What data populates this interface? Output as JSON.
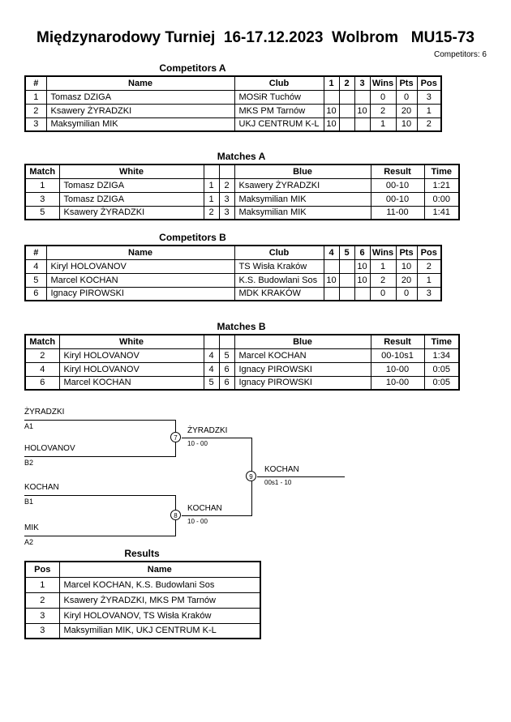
{
  "page": {
    "title": "Międzynarodowy Turniej  16-17.12.2023  Wolbrom   MU15-73",
    "competitors_count_label": "Competitors: 6"
  },
  "competitors_a": {
    "title": "Competitors A",
    "headers": [
      "#",
      "Name",
      "Club",
      "1",
      "2",
      "3",
      "Wins",
      "Pts",
      "Pos"
    ],
    "rows": [
      {
        "num": "1",
        "name": "Tomasz DZIGA",
        "club": "MOSiR Tuchów",
        "c1": "",
        "c2": "",
        "c3": "",
        "wins": "0",
        "pts": "0",
        "pos": "3"
      },
      {
        "num": "2",
        "name": "Ksawery ŻYRADZKI",
        "club": "MKS PM Tarnów",
        "c1": "10",
        "c2": "",
        "c3": "10",
        "wins": "2",
        "pts": "20",
        "pos": "1"
      },
      {
        "num": "3",
        "name": "Maksymilian MIK",
        "club": "UKJ CENTRUM K-L",
        "c1": "10",
        "c2": "",
        "c3": "",
        "wins": "1",
        "pts": "10",
        "pos": "2"
      }
    ]
  },
  "matches_a": {
    "title": "Matches A",
    "headers": [
      "Match",
      "White",
      "",
      "",
      "Blue",
      "Result",
      "Time"
    ],
    "rows": [
      {
        "match": "1",
        "white": "Tomasz DZIGA",
        "wn": "1",
        "bn": "2",
        "blue": "Ksawery ŻYRADZKI",
        "result": "00-10",
        "time": "1:21"
      },
      {
        "match": "3",
        "white": "Tomasz DZIGA",
        "wn": "1",
        "bn": "3",
        "blue": "Maksymilian MIK",
        "result": "00-10",
        "time": "0:00"
      },
      {
        "match": "5",
        "white": "Ksawery ŻYRADZKI",
        "wn": "2",
        "bn": "3",
        "blue": "Maksymilian MIK",
        "result": "11-00",
        "time": "1:41"
      }
    ]
  },
  "competitors_b": {
    "title": "Competitors B",
    "headers": [
      "#",
      "Name",
      "Club",
      "4",
      "5",
      "6",
      "Wins",
      "Pts",
      "Pos"
    ],
    "rows": [
      {
        "num": "4",
        "name": "Kiryl HOLOVANOV",
        "club": "TS Wisła Kraków",
        "c1": "",
        "c2": "",
        "c3": "10",
        "wins": "1",
        "pts": "10",
        "pos": "2"
      },
      {
        "num": "5",
        "name": "Marcel KOCHAN",
        "club": "K.S. Budowlani Sos",
        "c1": "10",
        "c2": "",
        "c3": "10",
        "wins": "2",
        "pts": "20",
        "pos": "1"
      },
      {
        "num": "6",
        "name": "Ignacy PIROWSKI",
        "club": "MDK KRAKÓW",
        "c1": "",
        "c2": "",
        "c3": "",
        "wins": "0",
        "pts": "0",
        "pos": "3"
      }
    ]
  },
  "matches_b": {
    "title": "Matches B",
    "headers": [
      "Match",
      "White",
      "",
      "",
      "Blue",
      "Result",
      "Time"
    ],
    "rows": [
      {
        "match": "2",
        "white": "Kiryl HOLOVANOV",
        "wn": "4",
        "bn": "5",
        "blue": "Marcel KOCHAN",
        "result": "00-10s1",
        "time": "1:34"
      },
      {
        "match": "4",
        "white": "Kiryl HOLOVANOV",
        "wn": "4",
        "bn": "6",
        "blue": "Ignacy PIROWSKI",
        "result": "10-00",
        "time": "0:05"
      },
      {
        "match": "6",
        "white": "Marcel KOCHAN",
        "wn": "5",
        "bn": "6",
        "blue": "Ignacy PIROWSKI",
        "result": "10-00",
        "time": "0:05"
      }
    ]
  },
  "bracket": {
    "semi1": {
      "top_name": "ŻYRADZKI",
      "top_seed": "A1",
      "bottom_name": "HOLOVANOV",
      "bottom_seed": "B2",
      "match_no": "7",
      "winner": "ŻYRADZKI",
      "score": "10 - 00"
    },
    "semi2": {
      "top_name": "KOCHAN",
      "top_seed": "B1",
      "bottom_name": "MIK",
      "bottom_seed": "A2",
      "match_no": "8",
      "winner": "KOCHAN",
      "score": "10 - 00"
    },
    "final": {
      "match_no": "9",
      "winner": "KOCHAN",
      "score": "00s1 - 10"
    }
  },
  "results": {
    "title": "Results",
    "headers": [
      "Pos",
      "Name"
    ],
    "rows": [
      {
        "pos": "1",
        "name": "Marcel KOCHAN, K.S. Budowlani Sos"
      },
      {
        "pos": "2",
        "name": "Ksawery ŻYRADZKI, MKS PM Tarnów"
      },
      {
        "pos": "3",
        "name": "Kiryl HOLOVANOV, TS Wisła Kraków"
      },
      {
        "pos": "3",
        "name": "Maksymilian MIK, UKJ CENTRUM K-L"
      }
    ]
  }
}
